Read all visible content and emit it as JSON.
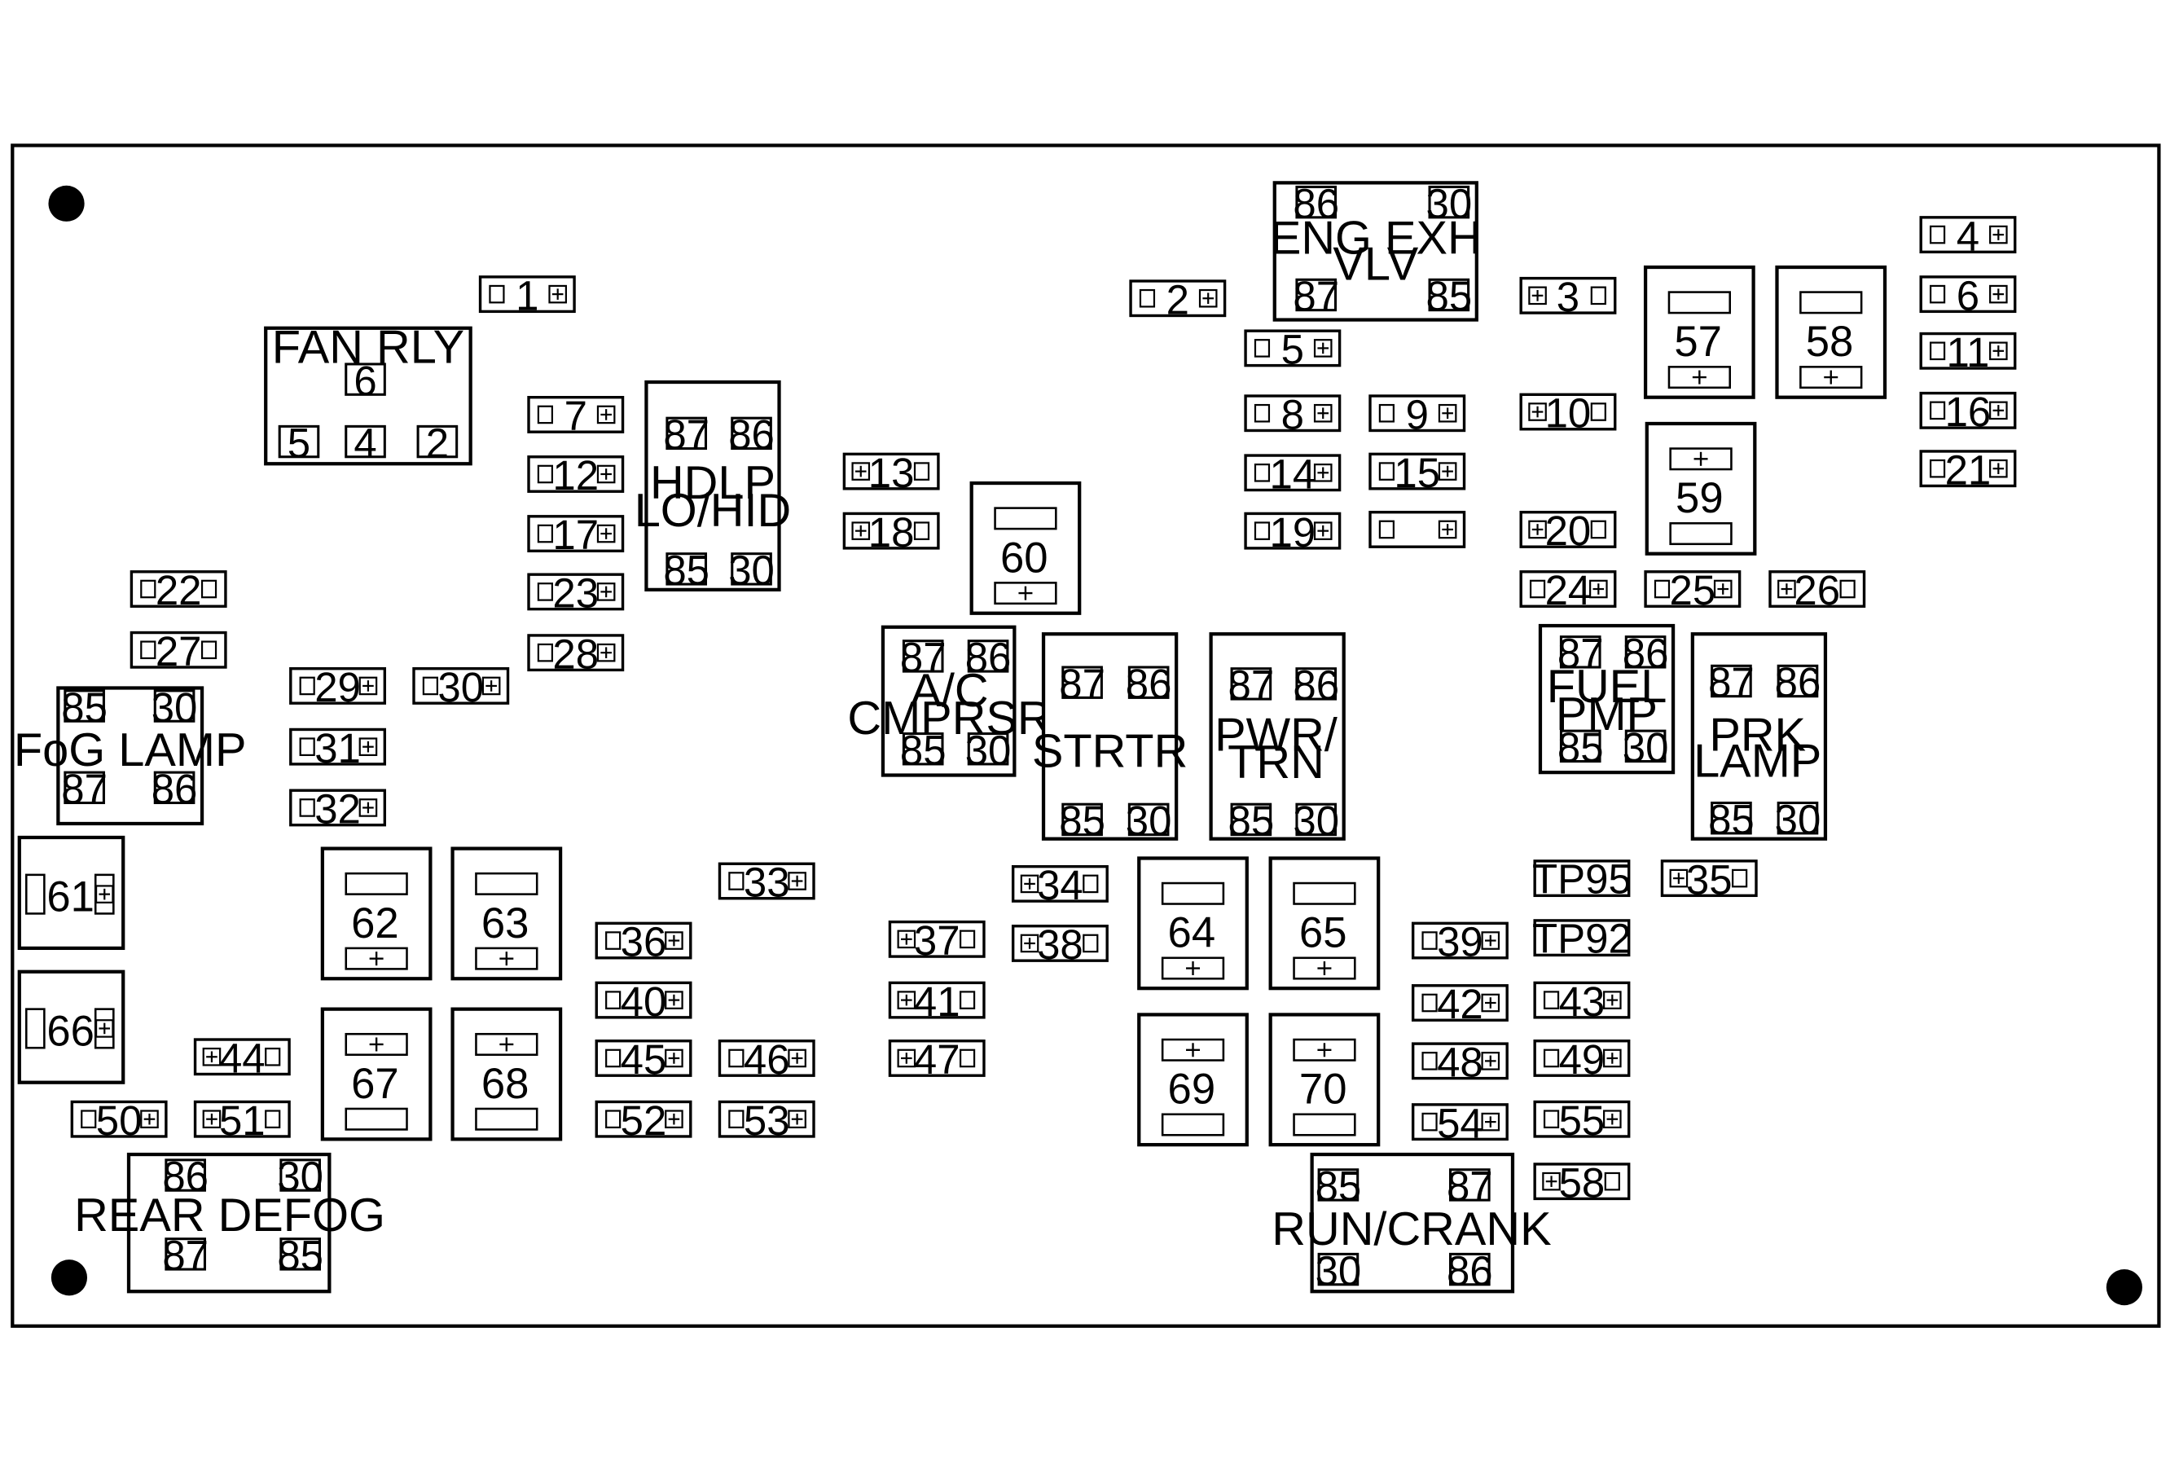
{
  "fuses": [
    {
      "id": "fuse-1",
      "label": "1",
      "pins": "sq-plus"
    },
    {
      "id": "fuse-2",
      "label": "2",
      "pins": "sq-plus"
    },
    {
      "id": "fuse-3",
      "label": "3",
      "pins": "plus-sq"
    },
    {
      "id": "fuse-4",
      "label": "4",
      "pins": "sq-plus"
    },
    {
      "id": "fuse-5",
      "label": "5",
      "pins": "sq-plus"
    },
    {
      "id": "fuse-6",
      "label": "6",
      "pins": "sq-plus"
    },
    {
      "id": "fuse-7",
      "label": "7",
      "pins": "sq-plus"
    },
    {
      "id": "fuse-8",
      "label": "8",
      "pins": "sq-plus"
    },
    {
      "id": "fuse-9",
      "label": "9",
      "pins": "sq-plus"
    },
    {
      "id": "fuse-10",
      "label": "10",
      "pins": "plus-sq"
    },
    {
      "id": "fuse-11",
      "label": "11",
      "pins": "sq-plus"
    },
    {
      "id": "fuse-12",
      "label": "12",
      "pins": "sq-plus"
    },
    {
      "id": "fuse-13",
      "label": "13",
      "pins": "plus-sq"
    },
    {
      "id": "fuse-14",
      "label": "14",
      "pins": "sq-plus"
    },
    {
      "id": "fuse-15",
      "label": "15",
      "pins": "sq-plus"
    },
    {
      "id": "fuse-16",
      "label": "16",
      "pins": "sq-plus"
    },
    {
      "id": "fuse-17",
      "label": "17",
      "pins": "sq-plus"
    },
    {
      "id": "fuse-18",
      "label": "18",
      "pins": "plus-sq"
    },
    {
      "id": "fuse-19",
      "label": "19",
      "pins": "sq-plus"
    },
    {
      "id": "fuse-unlabeled",
      "label": "",
      "pins": "sq-plus"
    },
    {
      "id": "fuse-20",
      "label": "20",
      "pins": "plus-sq"
    },
    {
      "id": "fuse-21",
      "label": "21",
      "pins": "sq-plus"
    },
    {
      "id": "fuse-22",
      "label": "22",
      "pins": "sq-sq"
    },
    {
      "id": "fuse-23",
      "label": "23",
      "pins": "sq-plus"
    },
    {
      "id": "fuse-24",
      "label": "24",
      "pins": "sq-plus"
    },
    {
      "id": "fuse-25",
      "label": "25",
      "pins": "sq-plus"
    },
    {
      "id": "fuse-26",
      "label": "26",
      "pins": "plus-sq"
    },
    {
      "id": "fuse-27",
      "label": "27",
      "pins": "sq-sq"
    },
    {
      "id": "fuse-28",
      "label": "28",
      "pins": "sq-plus"
    },
    {
      "id": "fuse-29",
      "label": "29",
      "pins": "sq-plus"
    },
    {
      "id": "fuse-30",
      "label": "30",
      "pins": "sq-plus"
    },
    {
      "id": "fuse-31",
      "label": "31",
      "pins": "sq-plus"
    },
    {
      "id": "fuse-32",
      "label": "32",
      "pins": "sq-plus"
    },
    {
      "id": "fuse-33",
      "label": "33",
      "pins": "sq-plus"
    },
    {
      "id": "fuse-34",
      "label": "34",
      "pins": "plus-sq"
    },
    {
      "id": "fuse-35",
      "label": "35",
      "pins": "plus-sq"
    },
    {
      "id": "fuse-36",
      "label": "36",
      "pins": "sq-plus"
    },
    {
      "id": "fuse-37",
      "label": "37",
      "pins": "plus-sq"
    },
    {
      "id": "fuse-38",
      "label": "38",
      "pins": "plus-sq"
    },
    {
      "id": "fuse-39",
      "label": "39",
      "pins": "sq-plus"
    },
    {
      "id": "fuse-40",
      "label": "40",
      "pins": "sq-plus"
    },
    {
      "id": "fuse-41",
      "label": "41",
      "pins": "plus-sq"
    },
    {
      "id": "fuse-42",
      "label": "42",
      "pins": "sq-plus"
    },
    {
      "id": "fuse-43",
      "label": "43",
      "pins": "sq-plus"
    },
    {
      "id": "fuse-44",
      "label": "44",
      "pins": "plus-sq"
    },
    {
      "id": "fuse-45",
      "label": "45",
      "pins": "sq-plus"
    },
    {
      "id": "fuse-46",
      "label": "46",
      "pins": "sq-plus"
    },
    {
      "id": "fuse-47",
      "label": "47",
      "pins": "plus-sq"
    },
    {
      "id": "fuse-48",
      "label": "48",
      "pins": "sq-plus"
    },
    {
      "id": "fuse-49",
      "label": "49",
      "pins": "sq-plus"
    },
    {
      "id": "fuse-50",
      "label": "50",
      "pins": "sq-plus"
    },
    {
      "id": "fuse-51",
      "label": "51",
      "pins": "plus-sq"
    },
    {
      "id": "fuse-52",
      "label": "52",
      "pins": "sq-plus"
    },
    {
      "id": "fuse-53",
      "label": "53",
      "pins": "sq-plus"
    },
    {
      "id": "fuse-54",
      "label": "54",
      "pins": "sq-plus"
    },
    {
      "id": "fuse-55",
      "label": "55",
      "pins": "sq-plus"
    },
    {
      "id": "fuse-58-mini",
      "label": "58",
      "pins": "plus-sq"
    }
  ],
  "test_points": [
    {
      "id": "tp95",
      "label": "TP95"
    },
    {
      "id": "tp92",
      "label": "TP92"
    }
  ],
  "relays": [
    {
      "id": "relay-fan",
      "name": [
        "FAN RLY"
      ],
      "pins": [
        "6",
        "5",
        "4",
        "2"
      ]
    },
    {
      "id": "relay-eng-exh-vlv",
      "name": [
        "ENG EXH",
        "VLV"
      ],
      "pins": [
        "86",
        "30",
        "87",
        "85"
      ]
    },
    {
      "id": "relay-hdlp",
      "name": [
        "HDLP",
        "LO/HID"
      ],
      "pins": [
        "87",
        "86",
        "85",
        "30"
      ]
    },
    {
      "id": "relay-fog-lamp",
      "name": [
        "FoG LAMP"
      ],
      "pins": [
        "85",
        "30",
        "87",
        "86"
      ]
    },
    {
      "id": "relay-ac-cmprsr",
      "name": [
        "A/C",
        "CMPRSR"
      ],
      "pins": [
        "87",
        "86",
        "85",
        "30"
      ]
    },
    {
      "id": "relay-strtr",
      "name": [
        "STRTR"
      ],
      "pins": [
        "87",
        "86",
        "85",
        "30"
      ]
    },
    {
      "id": "relay-pwr-trn",
      "name": [
        "PWR/",
        "TRN"
      ],
      "pins": [
        "87",
        "86",
        "85",
        "30"
      ]
    },
    {
      "id": "relay-fuel-pmp",
      "name": [
        "FUEL",
        "PMP"
      ],
      "pins": [
        "87",
        "86",
        "85",
        "30"
      ]
    },
    {
      "id": "relay-prk-lamp",
      "name": [
        "PRK",
        "LAMP"
      ],
      "pins": [
        "87",
        "86",
        "85",
        "30"
      ]
    },
    {
      "id": "relay-rear-defog",
      "name": [
        "REAR DEFOG"
      ],
      "pins": [
        "86",
        "30",
        "87",
        "85"
      ]
    },
    {
      "id": "relay-run-crank",
      "name": [
        "RUN/CRANK"
      ],
      "pins": [
        "85",
        "87",
        "30",
        "86"
      ]
    }
  ],
  "maxi_fuses": [
    {
      "id": "maxi-57",
      "label": "57",
      "plus": "bottom"
    },
    {
      "id": "maxi-58",
      "label": "58",
      "plus": "bottom"
    },
    {
      "id": "maxi-59",
      "label": "59",
      "plus": "top"
    },
    {
      "id": "maxi-60",
      "label": "60",
      "plus": "bottom"
    },
    {
      "id": "maxi-62",
      "label": "62",
      "plus": "bottom"
    },
    {
      "id": "maxi-63",
      "label": "63",
      "plus": "bottom"
    },
    {
      "id": "maxi-64",
      "label": "64",
      "plus": "bottom"
    },
    {
      "id": "maxi-65",
      "label": "65",
      "plus": "bottom"
    },
    {
      "id": "maxi-67",
      "label": "67",
      "plus": "top"
    },
    {
      "id": "maxi-68",
      "label": "68",
      "plus": "top"
    },
    {
      "id": "maxi-69",
      "label": "69",
      "plus": "top"
    },
    {
      "id": "maxi-70",
      "label": "70",
      "plus": "top"
    },
    {
      "id": "maxi-61",
      "label": "61",
      "plus": "right"
    },
    {
      "id": "maxi-66",
      "label": "66",
      "plus": "right"
    }
  ]
}
